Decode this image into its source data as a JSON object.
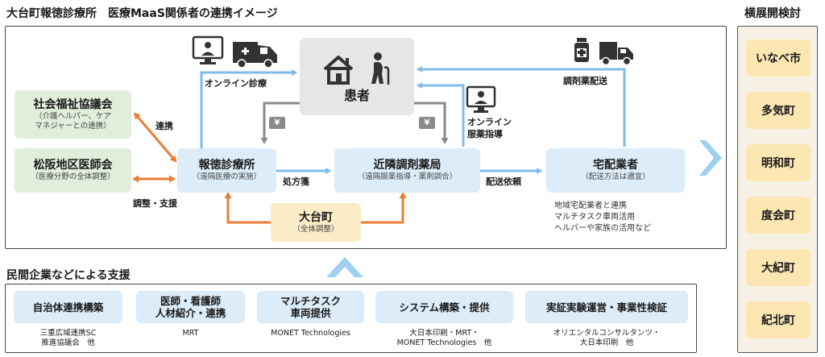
{
  "header": {
    "title": "大台町報徳診療所　医療MaaS関係者の連携イメージ"
  },
  "nodes": {
    "patient": {
      "label": "患者"
    },
    "shakai": {
      "label": "社会福祉協議会",
      "sub1": "（介護ヘルパー、ケア",
      "sub2": "マネジャーとの連携）"
    },
    "ishikai": {
      "label": "松阪地区医師会",
      "sub": "（医療分野の全体調整）"
    },
    "clinic": {
      "label": "報徳診療所",
      "sub": "（遠隔医療の実施）"
    },
    "pharmacy": {
      "label": "近隣調剤薬局",
      "sub": "（遠隔服薬指導・薬剤調合）"
    },
    "delivery": {
      "label": "宅配業者",
      "sub": "（配送方法は適宜）"
    },
    "town": {
      "label": "大台町",
      "sub": "（全体調整）"
    }
  },
  "edge_labels": {
    "online_shinryo": "オンライン診療",
    "online_fukuyaku_1": "オンライン",
    "online_fukuyaku_2": "服薬指導",
    "chozai_haiso": "調剤薬配送",
    "renkei": "連携",
    "chosei_shien": "調整・支援",
    "shohosen": "処方箋",
    "haiso_irai": "配送依頼",
    "yen_1": "¥",
    "yen_2": "¥"
  },
  "delivery_notes": {
    "line1": "地域宅配業者と連携",
    "line2": "マルチタスク車両活用",
    "line3": "ヘルパーや家族の活用など"
  },
  "support": {
    "title": "民間企業などによる支援",
    "items": [
      {
        "label1": "自治体連携構築",
        "label2": "",
        "note1": "三重広域連携SC",
        "note2": "推進協議会　他"
      },
      {
        "label1": "医師・看護師",
        "label2": "人材紹介・連携",
        "note1": "MRT",
        "note2": ""
      },
      {
        "label1": "マルチタスク",
        "label2": "車両提供",
        "note1": "MONET Technologies",
        "note2": ""
      },
      {
        "label1": "システム構築・提供",
        "label2": "",
        "note1": "大日本印刷・MRT・",
        "note2": "MONET Technologies　他"
      },
      {
        "label1": "実証実験運営・事業性検証",
        "label2": "",
        "note1": "オリエンタルコンサルタンツ・",
        "note2": "大日本印刷　他"
      }
    ]
  },
  "expansion": {
    "title": "横展開検討",
    "cities": [
      "いなべ市",
      "多気町",
      "明和町",
      "度会町",
      "大紀町",
      "紀北町"
    ]
  },
  "colors": {
    "blue_arrow": "#7fbde8",
    "orange_arrow": "#e87e33",
    "gray_arrow": "#8a8a8a",
    "chevron": "#9fd0ef",
    "box_blue": "#dcecf8",
    "box_green": "#e1eedb",
    "box_yellow": "#fbecc8",
    "city_panel": "#f6f1e4",
    "city_box": "#fce7b3"
  },
  "icons": [
    "monitor-doctor-icon",
    "ambulance-van-icon",
    "house-icon",
    "elderly-person-icon",
    "monitor-pharmacist-icon",
    "medicine-bottle-icon",
    "delivery-truck-icon",
    "yen-icon",
    "chevron-right-icon",
    "chevron-up-icon"
  ]
}
